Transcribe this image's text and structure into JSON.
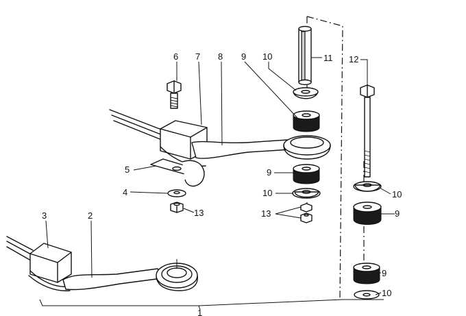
{
  "callouts": {
    "c1": "1",
    "c2": "2",
    "c3": "3",
    "c4": "4",
    "c5": "5",
    "c6": "6",
    "c7": "7",
    "c8": "8",
    "c9a": "9",
    "c9b": "9",
    "c9c": "9",
    "c9d": "9",
    "c10a": "10",
    "c10b": "10",
    "c10c": "10",
    "c10d": "10",
    "c11": "11",
    "c12": "12",
    "c13a": "13",
    "c13b": "13"
  }
}
